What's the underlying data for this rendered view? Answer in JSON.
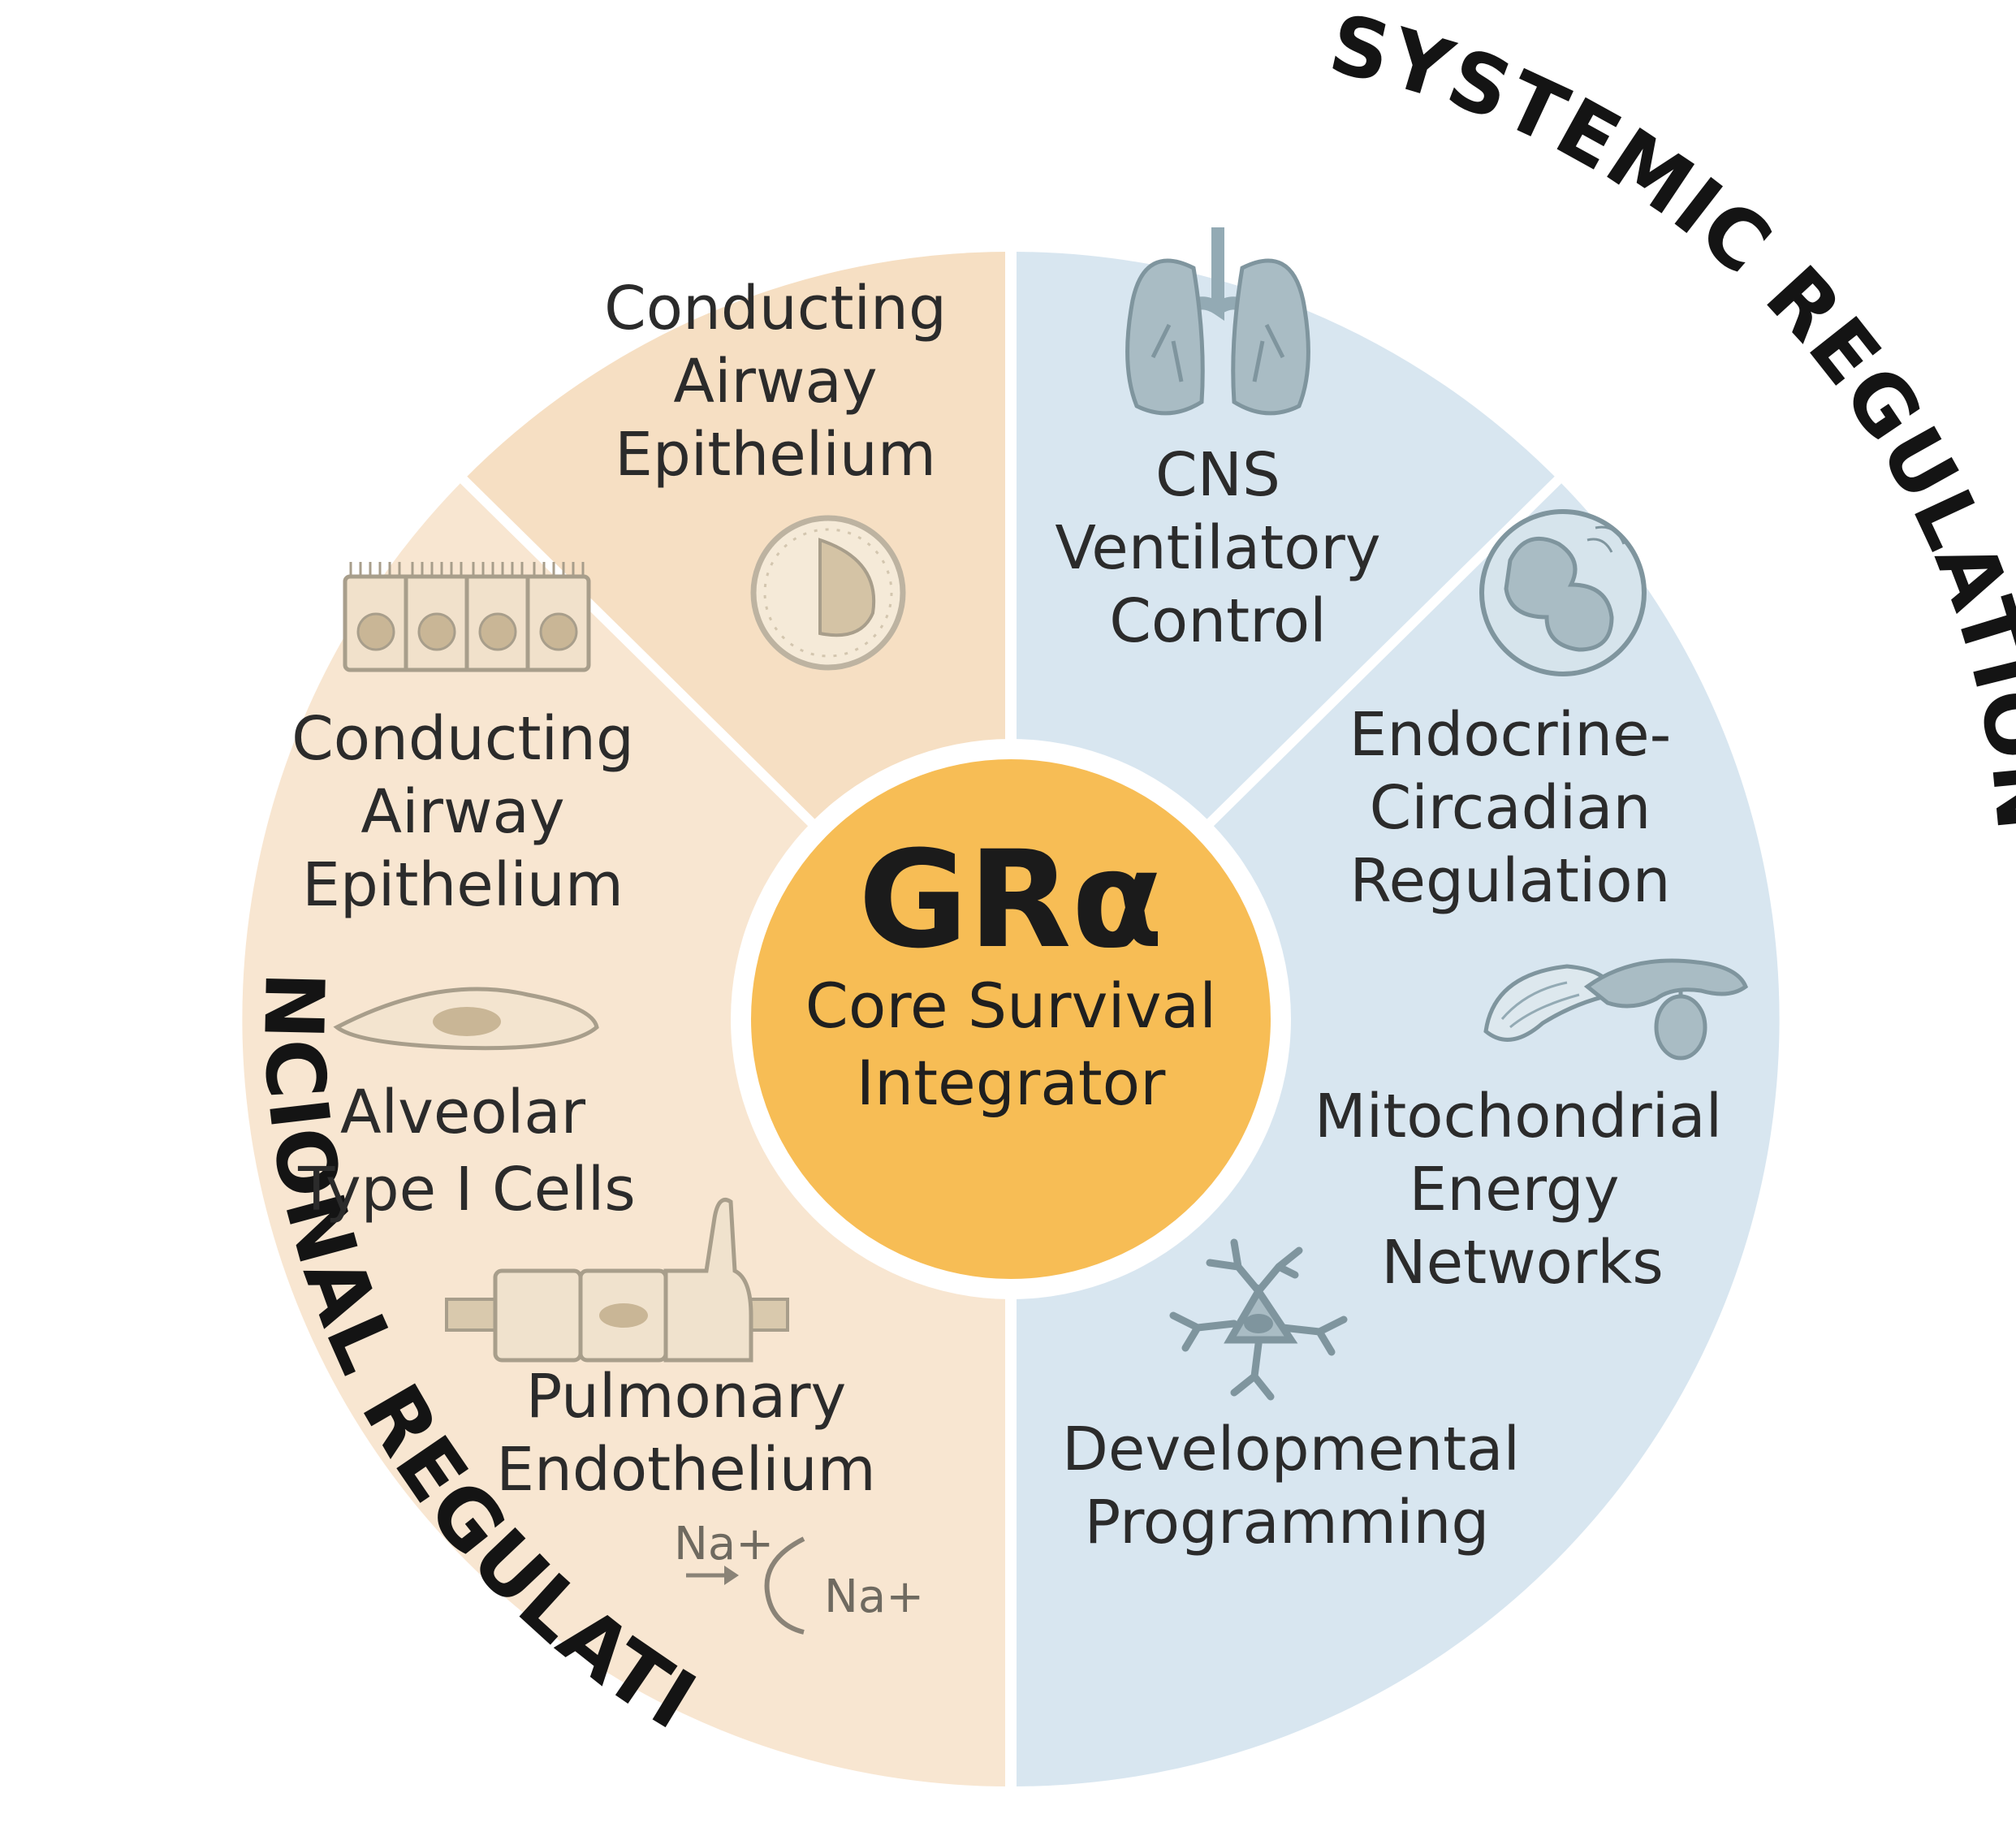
{
  "diagram": {
    "center": {
      "title": "GRα",
      "subtitle_line1": "Core Survival",
      "subtitle_line2": "Integrator"
    },
    "outer_labels": {
      "functional": "FUNCIONAL REGULATION",
      "systemic": "SYSTEMIC REGULATION"
    },
    "functional_segments": {
      "top": [
        "Conducting",
        "Airway",
        "Epithelium"
      ],
      "left": [
        {
          "lines": [
            "Conducting",
            "Airway",
            "Epithelium"
          ]
        },
        {
          "lines": [
            "Alveolar",
            "Type I Cells"
          ]
        },
        {
          "lines": [
            "Pulmonary",
            "Endothelium"
          ]
        }
      ],
      "ion_labels": {
        "top": "Na+",
        "bottom": "Na+"
      }
    },
    "systemic_segments": {
      "top": [
        "CNS",
        "Ventilatory",
        "Control"
      ],
      "right": [
        {
          "lines": [
            "Endocrine-",
            "Circadian",
            "Regulation"
          ]
        },
        {
          "lines": [
            "Mitochondrial",
            "Energy",
            "Networks"
          ]
        },
        {
          "lines": [
            "Developmental",
            "Programming"
          ]
        }
      ]
    },
    "icons": [
      "round-cell-icon",
      "epithelium-cells-icon",
      "alveolar-cell-icon",
      "endothelium-cells-icon",
      "ion-channel-icon",
      "lungs-icon",
      "dividing-cell-icon",
      "mitochondria-icon",
      "neuron-icon"
    ],
    "colors": {
      "functional_fill": "#f8e6d1",
      "functional_top_fill": "#f6dfc3",
      "systemic_fill": "#d8e6f0",
      "center_fill": "#f7bd55",
      "icon_beige": "#d9c9ad",
      "icon_blue": "#93aab4"
    }
  }
}
